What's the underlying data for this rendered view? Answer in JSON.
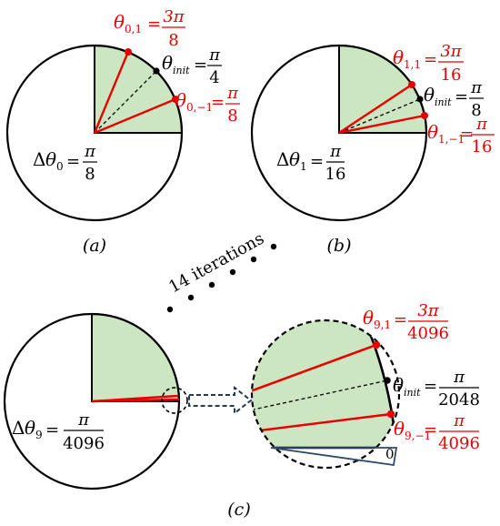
{
  "colors": {
    "sector_fill": "#cce6c2",
    "ray_red": "#e60000",
    "text_red": "#e60000",
    "text_black": "#000000",
    "arrow_dash": "#1f3b57",
    "wedge_line": "#2c4a6b"
  },
  "panel_a": {
    "caption": "(a)",
    "upper_label": {
      "sym": "θ",
      "sub": "0,1",
      "eq": "=",
      "num": "3π",
      "den": "8"
    },
    "init_label": {
      "sym": "θ",
      "sub": "init",
      "eq": "=",
      "num": "π",
      "den": "4"
    },
    "lower_label": {
      "sym": "θ",
      "sub": "0,−1",
      "eq": "=",
      "num": "π",
      "den": "8"
    },
    "delta_label": {
      "pre": "Δ",
      "sym": "θ",
      "sub": "0",
      "eq": "=",
      "num": "π",
      "den": "8"
    }
  },
  "panel_b": {
    "caption": "(b)",
    "upper_label": {
      "sym": "θ",
      "sub": "1,1",
      "eq": "=",
      "num": "3π",
      "den": "16"
    },
    "init_label": {
      "sym": "θ",
      "sub": "init",
      "eq": "=",
      "num": "π",
      "den": "8"
    },
    "lower_label": {
      "sym": "θ",
      "sub": "1,−1",
      "eq": "=",
      "num": "π",
      "den": "16"
    },
    "delta_label": {
      "pre": "Δ",
      "sym": "θ",
      "sub": "1",
      "eq": "=",
      "num": "π",
      "den": "16"
    }
  },
  "iterations": {
    "text": "14 iterations"
  },
  "panel_c": {
    "caption": "(c)",
    "delta_label": {
      "pre": "Δ",
      "sym": "θ",
      "sub": "9",
      "eq": "=",
      "num": "π",
      "den": "4096"
    },
    "zoom": {
      "upper_label": {
        "sym": "θ",
        "sub": "9,1",
        "eq": "=",
        "num": "3π",
        "den": "4096"
      },
      "init_label": {
        "sym": "θ",
        "sub": "init",
        "eq": "=",
        "num": "π",
        "den": "2048"
      },
      "lower_label": {
        "sym": "θ",
        "sub": "9,−1",
        "eq": "=",
        "num": "π",
        "den": "4096"
      },
      "zero_label": "0"
    }
  }
}
